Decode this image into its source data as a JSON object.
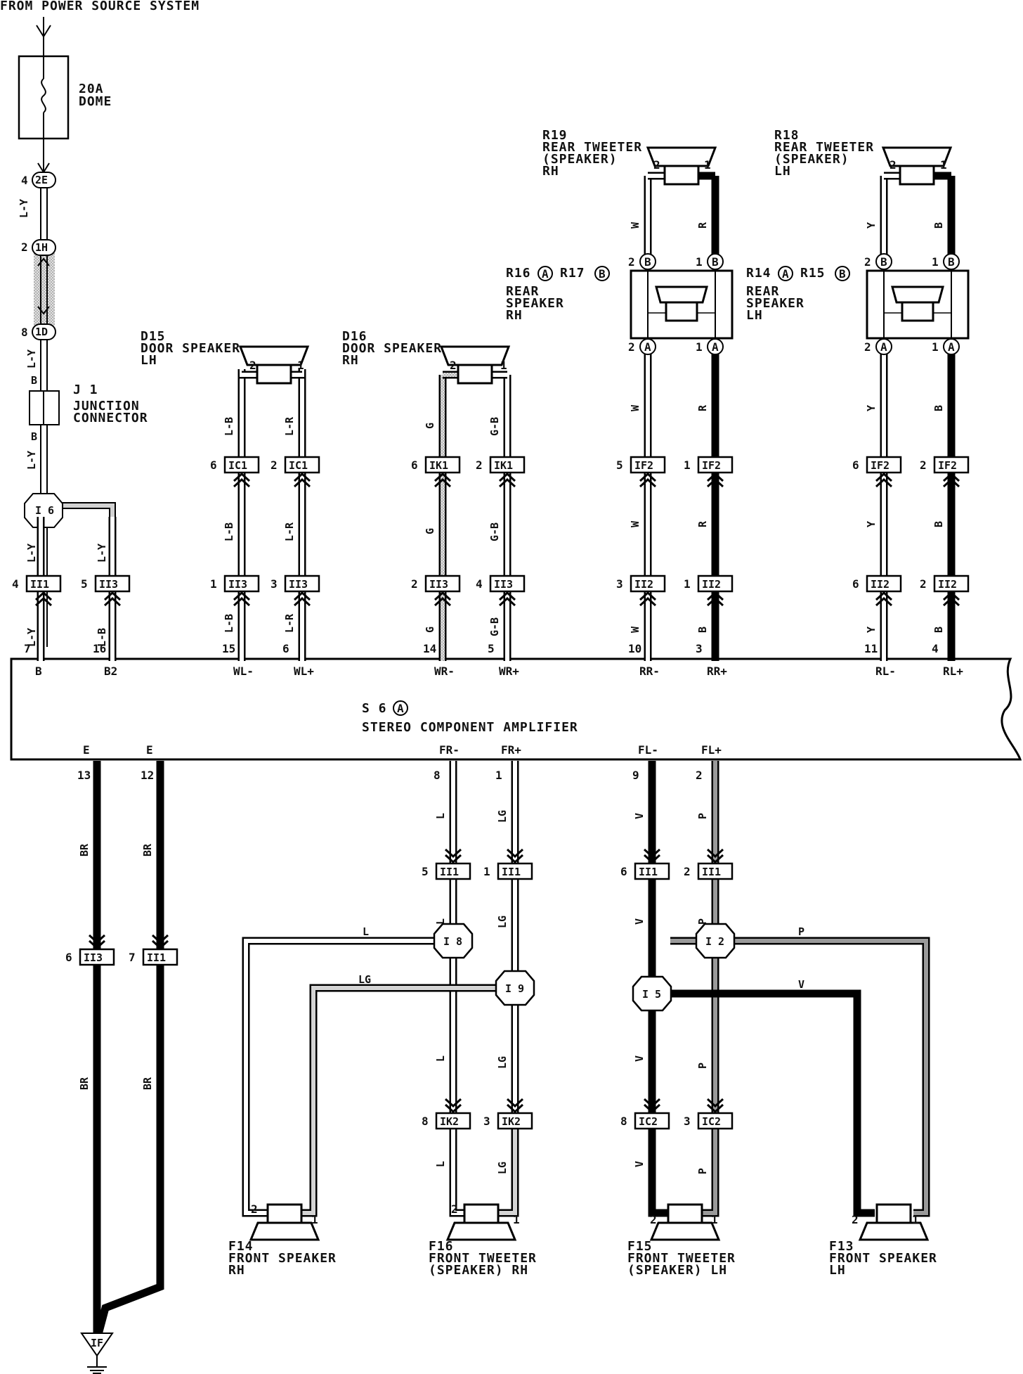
{
  "header": "FROM POWER SOURCE SYSTEM",
  "fuse": {
    "line1": "20A",
    "line2": "DOME"
  },
  "junction": {
    "id": "J 1",
    "line1": "JUNCTION",
    "line2": "CONNECTOR"
  },
  "amplifier": {
    "id": "S 6",
    "variant": "A",
    "name": "STEREO COMPONENT AMPLIFIER"
  },
  "power_chain": {
    "c_2E": {
      "pin": "4",
      "code": "2E"
    },
    "c_1H": {
      "pin": "2",
      "code": "1H"
    },
    "c_1D": {
      "pin": "8",
      "code": "1D"
    },
    "w1": "L-Y",
    "w2": "L-Y",
    "w3": "B",
    "w4": "B",
    "w5": "L-Y",
    "w6": "L-Y",
    "w7": "L-Y",
    "w8": "L-Y",
    "w9": "L-B"
  },
  "splices": {
    "I6": "I 6",
    "I8": "I 8",
    "I9": "I 9",
    "I5": "I 5",
    "I2": "I 2"
  },
  "top_terms": [
    {
      "pin": "7",
      "name": "B"
    },
    {
      "pin": "16",
      "name": "B2"
    },
    {
      "pin": "15",
      "name": "WL-"
    },
    {
      "pin": "6",
      "name": "WL+"
    },
    {
      "pin": "14",
      "name": "WR-"
    },
    {
      "pin": "5",
      "name": "WR+"
    },
    {
      "pin": "10",
      "name": "RR-"
    },
    {
      "pin": "3",
      "name": "RR+"
    },
    {
      "pin": "11",
      "name": "RL-"
    },
    {
      "pin": "4",
      "name": "RL+"
    }
  ],
  "bottom_terms": [
    {
      "pin": "13",
      "name": "E"
    },
    {
      "pin": "12",
      "name": "E"
    },
    {
      "pin": "8",
      "name": "FR-"
    },
    {
      "pin": "1",
      "name": "FR+"
    },
    {
      "pin": "9",
      "name": "FL-"
    },
    {
      "pin": "2",
      "name": "FL+"
    }
  ],
  "connectors": {
    "II1_a": {
      "pin": "4",
      "code": "II1"
    },
    "II3_a": {
      "pin": "5",
      "code": "II3"
    },
    "IC1_a": {
      "pin": "6",
      "code": "IC1"
    },
    "IC1_b": {
      "pin": "2",
      "code": "IC1"
    },
    "II3_b": {
      "pin": "1",
      "code": "II3"
    },
    "II3_c": {
      "pin": "3",
      "code": "II3"
    },
    "IK1_a": {
      "pin": "6",
      "code": "IK1"
    },
    "IK1_b": {
      "pin": "2",
      "code": "IK1"
    },
    "II3_d": {
      "pin": "2",
      "code": "II3"
    },
    "II3_e": {
      "pin": "4",
      "code": "II3"
    },
    "IF2_a": {
      "pin": "5",
      "code": "IF2"
    },
    "IF2_b": {
      "pin": "1",
      "code": "IF2"
    },
    "II2_a": {
      "pin": "3",
      "code": "II2"
    },
    "II2_b": {
      "pin": "1",
      "code": "II2"
    },
    "IF2_c": {
      "pin": "6",
      "code": "IF2"
    },
    "IF2_d": {
      "pin": "2",
      "code": "IF2"
    },
    "II2_c": {
      "pin": "6",
      "code": "II2"
    },
    "II2_d": {
      "pin": "2",
      "code": "II2"
    },
    "II3_f": {
      "pin": "6",
      "code": "II3"
    },
    "II1_f": {
      "pin": "7",
      "code": "II1"
    },
    "II1_g": {
      "pin": "5",
      "code": "II1"
    },
    "II1_h": {
      "pin": "1",
      "code": "II1"
    },
    "II1_i": {
      "pin": "6",
      "code": "II1"
    },
    "II1_j": {
      "pin": "2",
      "code": "II1"
    },
    "IK2_a": {
      "pin": "8",
      "code": "IK2"
    },
    "IK2_b": {
      "pin": "3",
      "code": "IK2"
    },
    "IC2_a": {
      "pin": "8",
      "code": "IC2"
    },
    "IC2_b": {
      "pin": "3",
      "code": "IC2"
    }
  },
  "wires": {
    "d15_l": "L-B",
    "d15_r": "L-R",
    "d15_l2": "L-B",
    "d15_r2": "L-R",
    "d15_l3": "L-B",
    "d15_r3": "L-R",
    "d16_l": "G",
    "d16_r": "G-B",
    "d16_l2": "G",
    "d16_r2": "G-B",
    "d16_l3": "G",
    "d16_r3": "G-B",
    "r19_a": "W",
    "r19_b": "R",
    "rr_a": "W",
    "rr_b": "R",
    "rr_c": "W",
    "rr_d": "R",
    "rr_e": "W",
    "rr_f": "B",
    "r18_a": "Y",
    "r18_b": "B",
    "rl_a": "Y",
    "rl_b": "B",
    "rl_c": "Y",
    "rl_d": "B",
    "rl_e": "Y",
    "rl_f": "B",
    "br1": "BR",
    "br2": "BR",
    "br3": "BR",
    "br4": "BR",
    "l1": "L",
    "l2": "L",
    "l3": "L",
    "l4": "L",
    "lh": "L",
    "lg1": "LG",
    "lg2": "LG",
    "lg3": "LG",
    "lg4": "LG",
    "lgh": "LG",
    "v1": "V",
    "v2": "V",
    "v3": "V",
    "v4": "V",
    "vh": "V",
    "p1": "P",
    "p2": "P",
    "p3": "P",
    "p4": "P",
    "ph": "P"
  },
  "speakers": {
    "R19": {
      "id": "R19",
      "l1": "REAR TWEETER",
      "l2": "(SPEAKER)",
      "l3": "RH",
      "p1": "2",
      "p2": "1"
    },
    "R18": {
      "id": "R18",
      "l1": "REAR TWEETER",
      "l2": "(SPEAKER)",
      "l3": "LH",
      "p1": "2",
      "p2": "1"
    },
    "R16": {
      "id_a": "R16",
      "id_b": "R17",
      "va": "A",
      "vb": "B",
      "l1": "REAR",
      "l2": "SPEAKER",
      "l3": "RH",
      "p_tl": "2",
      "v_tl": "B",
      "p_tr": "1",
      "v_tr": "B",
      "p_bl": "2",
      "v_bl": "A",
      "p_br": "1",
      "v_br": "A"
    },
    "R14": {
      "id_a": "R14",
      "id_b": "R15",
      "va": "A",
      "vb": "B",
      "l1": "REAR",
      "l2": "SPEAKER",
      "l3": "LH",
      "p_tl": "2",
      "v_tl": "B",
      "p_tr": "1",
      "v_tr": "B",
      "p_bl": "2",
      "v_bl": "A",
      "p_br": "1",
      "v_br": "A"
    },
    "D15": {
      "id": "D15",
      "l1": "DOOR SPEAKER",
      "l2": "LH",
      "p1": "2",
      "p2": "1"
    },
    "D16": {
      "id": "D16",
      "l1": "DOOR SPEAKER",
      "l2": "RH",
      "p1": "2",
      "p2": "1"
    },
    "F14": {
      "id": "F14",
      "l1": "FRONT SPEAKER",
      "l2": "RH",
      "p1": "2",
      "p2": "1"
    },
    "F16": {
      "id": "F16",
      "l1": "FRONT TWEETER",
      "l2": "(SPEAKER) RH",
      "p1": "2",
      "p2": "1"
    },
    "F15": {
      "id": "F15",
      "l1": "FRONT TWEETER",
      "l2": "(SPEAKER) LH",
      "p1": "2",
      "p2": "1"
    },
    "F13": {
      "id": "F13",
      "l1": "FRONT SPEAKER",
      "l2": "LH",
      "p1": "2",
      "p2": "1"
    }
  },
  "ground": "IF"
}
